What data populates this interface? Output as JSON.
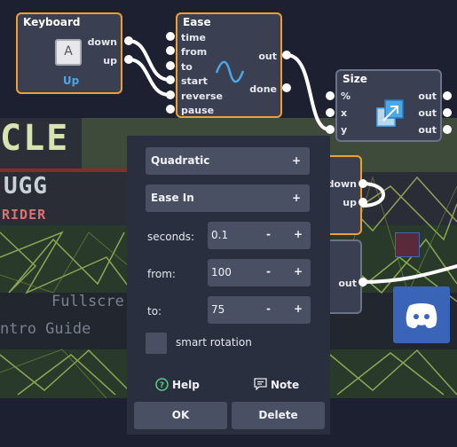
{
  "colors": {
    "node_bg": "#3a3f52",
    "node_border": "#6c7388",
    "selected_border": "#f0a030",
    "dialog_bg": "#2a2f40",
    "control_bg": "#4a5064",
    "accent_blue": "#4aa8e8",
    "wire": "#ffffff"
  },
  "background": {
    "title_fragment": "CLE",
    "subtitle_fragment": "UGG",
    "rider_fragment": "RIDER",
    "menu_fullscreen": "Fullscre",
    "menu_intro": "ntro Guide",
    "discord_icon": "discord-icon"
  },
  "nodes": {
    "keyboard": {
      "title": "Keyboard",
      "key_letter": "A",
      "key_mode": "Up",
      "outputs": [
        "down",
        "up"
      ]
    },
    "ease": {
      "title": "Ease",
      "inputs": [
        "time",
        "from",
        "to",
        "start",
        "reverse",
        "pause"
      ],
      "outputs": [
        "out",
        "done"
      ],
      "icon": "sine-wave-icon"
    },
    "size": {
      "title": "Size",
      "inputs": [
        "%",
        "x",
        "y"
      ],
      "outputs": [
        "out",
        "out",
        "out"
      ],
      "icon": "resize-icon"
    },
    "partial_keyboard": {
      "outputs": [
        "down",
        "up"
      ]
    },
    "partial_out": {
      "outputs": [
        "out"
      ]
    }
  },
  "dialog": {
    "easing_function": "Quadratic",
    "easing_mode": "Ease In",
    "expand_symbol": "+",
    "minus_symbol": "-",
    "plus_symbol": "+",
    "fields": [
      {
        "label": "seconds:",
        "value": "0.1"
      },
      {
        "label": "from:",
        "value": "100"
      },
      {
        "label": "to:",
        "value": "75"
      }
    ],
    "smart_rotation_label": "smart rotation",
    "help_label": "Help",
    "note_label": "Note",
    "ok_label": "OK",
    "delete_label": "Delete"
  }
}
